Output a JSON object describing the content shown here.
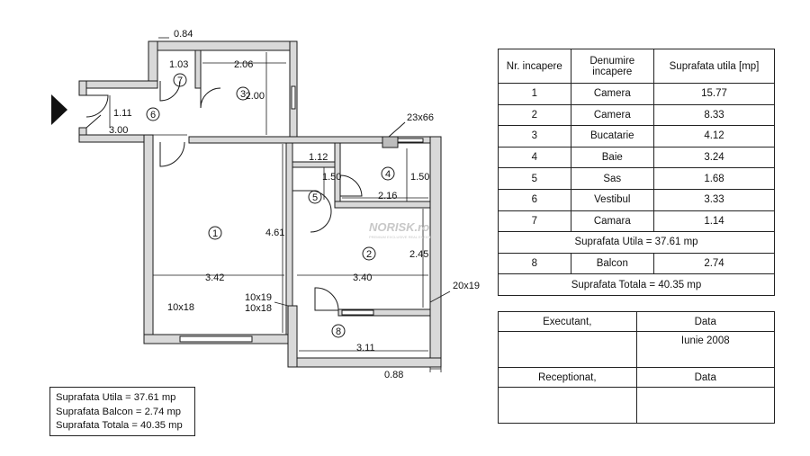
{
  "plan": {
    "watermark": "NORISK.ro",
    "watermark_sub": "PREMIUM EXCLUSIVE REAL ESTATE",
    "dimensions": [
      "0.84",
      "1.03",
      "2.06",
      "1.11",
      "2.00",
      "3.00",
      "23x66",
      "1.12",
      "1.50",
      "1.50",
      "2.16",
      "4.61",
      "2.45",
      "3.42",
      "3.40",
      "20x19",
      "10x19",
      "10x18",
      "10x18",
      "3.11",
      "0.88"
    ],
    "room_numbers": [
      "1",
      "2",
      "3",
      "4",
      "5",
      "6",
      "7",
      "8"
    ]
  },
  "rooms_table": {
    "headers": [
      "Nr. incapere",
      "Denumire incapere",
      "Suprafata utila [mp]"
    ],
    "rows": [
      [
        "1",
        "Camera",
        "15.77"
      ],
      [
        "2",
        "Camera",
        "8.33"
      ],
      [
        "3",
        "Bucatarie",
        "4.12"
      ],
      [
        "4",
        "Baie",
        "3.24"
      ],
      [
        "5",
        "Sas",
        "1.68"
      ],
      [
        "6",
        "Vestibul",
        "3.33"
      ],
      [
        "7",
        "Camara",
        "1.14"
      ]
    ],
    "subtotal": "Suprafata Utila = 37.61 mp",
    "balcony_row": [
      "8",
      "Balcon",
      "2.74"
    ],
    "total": "Suprafata Totala = 40.35 mp"
  },
  "sign_table": {
    "executant": "Executant,",
    "data1": "Data",
    "date_value": "Iunie 2008",
    "receptionat": "Receptionat,",
    "data2": "Data"
  },
  "summary": {
    "line1": "Suprafata Utila = 37.61 mp",
    "line2": "Suprafata Balcon = 2.74 mp",
    "line3": "Suprafata Totala = 40.35 mp"
  },
  "colors": {
    "wall_fill": "#d9d9d9",
    "line": "#1a1a1a",
    "watermark": "#c8c8c8"
  }
}
